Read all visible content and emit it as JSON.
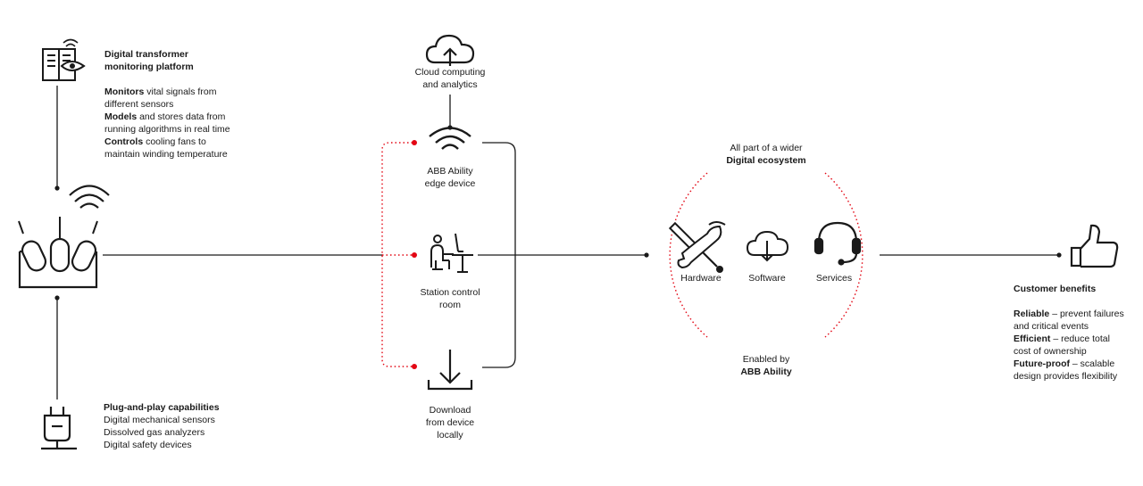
{
  "platform": {
    "title_line1": "Digital transformer",
    "title_line2": "monitoring platform",
    "items": [
      {
        "bold": "Monitors",
        "rest": " vital signals from",
        "cont": "different sensors"
      },
      {
        "bold": "Models",
        "rest": " and stores data from",
        "cont": "running algorithms in real time"
      },
      {
        "bold": "Controls",
        "rest": " cooling fans to",
        "cont": "maintain winding temperature"
      }
    ]
  },
  "plug": {
    "title": "Plug-and-play capabilities",
    "items": [
      "Digital mechanical sensors",
      "Dissolved gas analyzers",
      "Digital safety devices"
    ]
  },
  "cloud": {
    "line1": "Cloud computing",
    "line2": "and analytics"
  },
  "edge": {
    "line1": "ABB Ability",
    "line2": "edge device"
  },
  "station": {
    "line1": "Station control",
    "line2": "room"
  },
  "download": {
    "line1": "Download",
    "line2": "from device",
    "line3": "locally"
  },
  "ecosystem": {
    "top_line1": "All part of a wider",
    "top_line2": "Digital ecosystem",
    "hardware": "Hardware",
    "software": "Software",
    "services": "Services",
    "bottom_line1": "Enabled by",
    "bottom_line2": "ABB Ability"
  },
  "benefits": {
    "title": "Customer benefits",
    "items": [
      {
        "bold": "Reliable",
        "rest": " – prevent failures",
        "cont": "and critical events"
      },
      {
        "bold": "Efficient",
        "rest": " – reduce total",
        "cont": "cost of ownership"
      },
      {
        "bold": "Future-proof",
        "rest": " – scalable",
        "cont": "design provides flexibility"
      }
    ]
  },
  "colors": {
    "line": "#1a1a1a",
    "accent": "#e30613"
  },
  "icons": [
    "monitoring-platform-icon",
    "transformer-icon",
    "plug-icon",
    "cloud-upload-icon",
    "wifi-icon",
    "operator-desk-icon",
    "download-icon",
    "tools-icon",
    "cloud-download-icon",
    "headset-icon",
    "thumbs-up-icon"
  ]
}
